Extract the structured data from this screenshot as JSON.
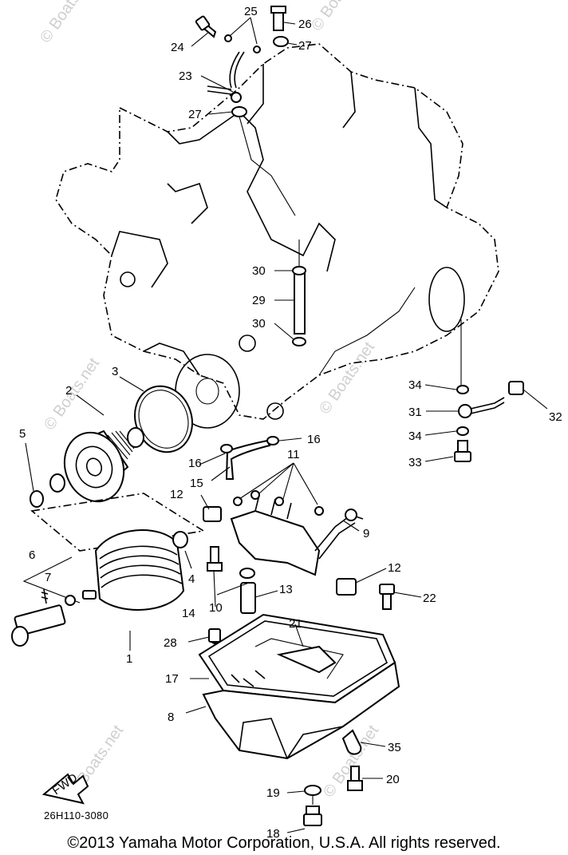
{
  "diagram": {
    "drawing_code": "26H110-3080",
    "copyright": "©2013 Yamaha Motor Corporation, U.S.A. All rights reserved.",
    "watermark": "© Boats.net",
    "fwd_label": "FWD",
    "callouts": [
      "1",
      "2",
      "3",
      "4",
      "5",
      "6",
      "7",
      "8",
      "9",
      "10",
      "11",
      "12",
      "12",
      "13",
      "14",
      "15",
      "16",
      "16",
      "17",
      "18",
      "19",
      "20",
      "21",
      "22",
      "23",
      "24",
      "25",
      "26",
      "27",
      "27",
      "28",
      "29",
      "30",
      "30",
      "31",
      "32",
      "33",
      "34",
      "34",
      "35"
    ]
  }
}
